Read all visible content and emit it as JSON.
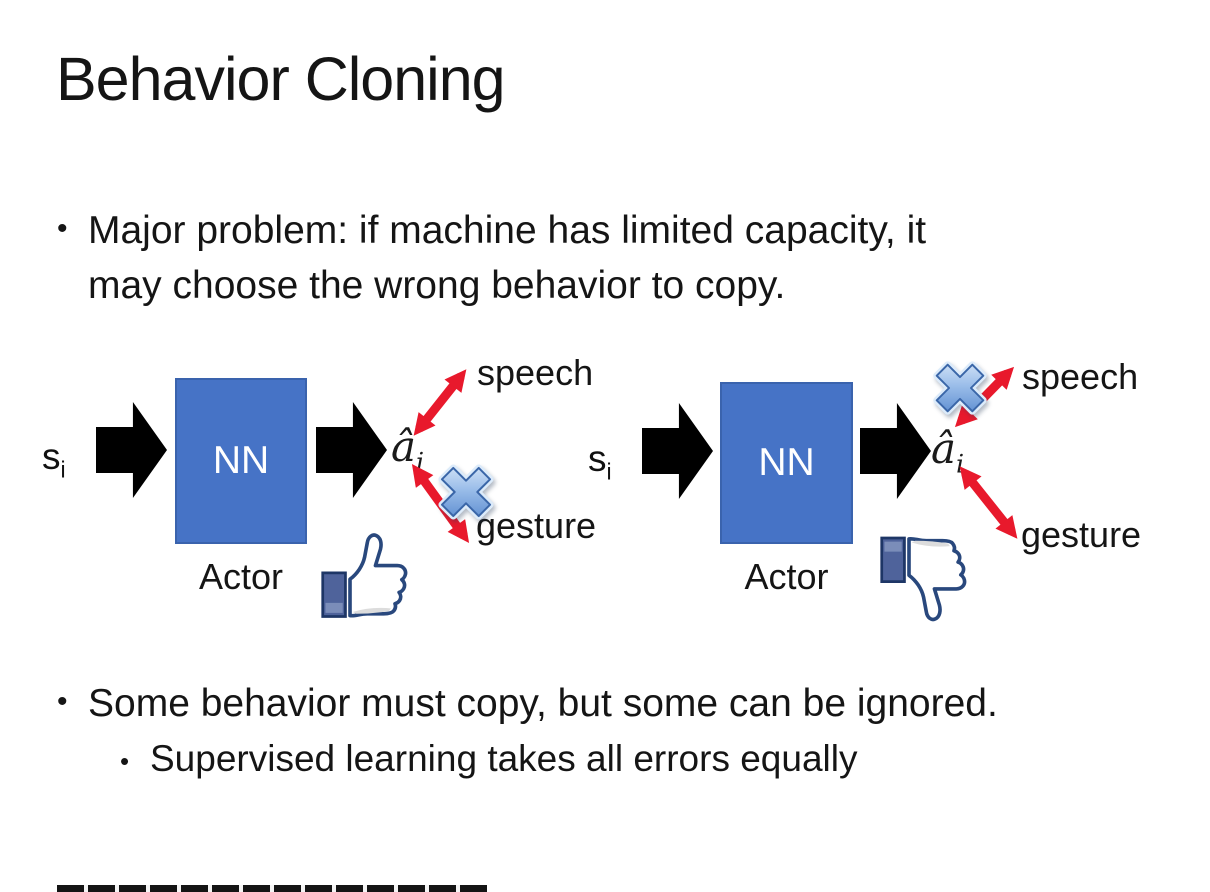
{
  "slide": {
    "title": "Behavior Cloning",
    "bullet_major": {
      "marker": "•",
      "line1": "Major problem: if machine has limited capacity, it",
      "line2": "may choose the wrong behavior to copy."
    },
    "bullet_some": {
      "marker": "•",
      "text": "Some behavior must copy, but some can be ignored."
    },
    "sub_bullet_supervised": {
      "marker": "•",
      "text": "Supervised learning takes all errors equally"
    }
  },
  "diagram_left": {
    "input_label": "s",
    "input_sub": "i",
    "box_label": "NN",
    "box_caption": "Actor",
    "output_label": "â",
    "output_sub": "i",
    "speech_label": "speech",
    "gesture_label": "gesture",
    "crossed_out_action": "gesture",
    "feedback_icon": "thumbs-up"
  },
  "diagram_right": {
    "input_label": "s",
    "input_sub": "i",
    "box_label": "NN",
    "box_caption": "Actor",
    "output_label": "â",
    "output_sub": "i",
    "speech_label": "speech",
    "gesture_label": "gesture",
    "crossed_out_action": "speech",
    "feedback_icon": "thumbs-down"
  },
  "icons": {
    "cross_out": "blue-x-cross",
    "like": "facebook-thumbs-up",
    "dislike": "facebook-thumbs-down"
  },
  "colors": {
    "nn_box_fill": "#4673C6",
    "nn_box_border": "#3A63AD",
    "arrow_red": "#E8192C",
    "block_arrow_black": "#000000",
    "cross_blue": "#5B8BD6",
    "thumb_navy": "#29487D",
    "thumb_sleeve": "#4F639B",
    "text": "#151515",
    "background": "#FFFFFF"
  }
}
